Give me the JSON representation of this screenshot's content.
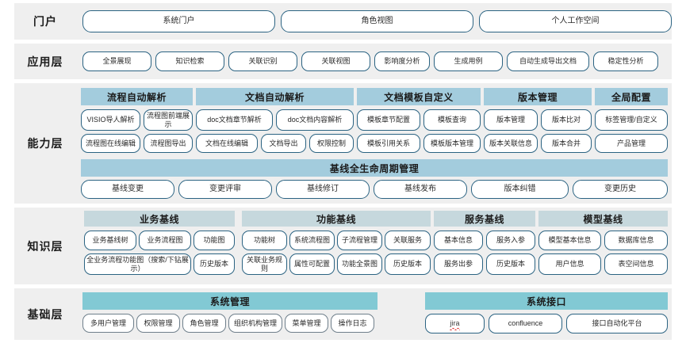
{
  "layers": [
    {
      "id": "portal",
      "label": "门户",
      "items": [
        "系统门户",
        "角色视图",
        "个人工作空间"
      ]
    },
    {
      "id": "application",
      "label": "应用层",
      "items": [
        "全景展现",
        "知识检索",
        "关联识别",
        "关联视图",
        "影响度分析",
        "生成用例",
        "自动生成导出文档",
        "稳定性分析"
      ]
    },
    {
      "id": "capability",
      "label": "能力层",
      "groups": [
        {
          "title": "流程自动解析",
          "row1": [
            "VISIO导人解析",
            "流程图前端展示"
          ],
          "row2": [
            "流程图在线编辑",
            "流程图导出"
          ]
        },
        {
          "title": "文档自动解析",
          "row1": [
            "doc文档章节解析",
            "doc文档内容解析"
          ],
          "row2": [
            "文档在线编辑",
            "文档导出",
            "权限控制"
          ]
        },
        {
          "title": "文档模板自定义",
          "row1": [
            "模板章节配置",
            "模板查询"
          ],
          "row2": [
            "模板引用关系",
            "模板版本管理"
          ]
        },
        {
          "title": "版本管理",
          "row1": [
            "版本管理",
            "版本比对"
          ],
          "row2": [
            "版本关联信息",
            "版本合并"
          ]
        },
        {
          "title": "全局配置",
          "row1": [
            "标签管理/自定义"
          ],
          "row2": [
            "产品管理"
          ]
        }
      ],
      "lifecycle": {
        "title": "基线全生命周期管理",
        "items": [
          "基线变更",
          "变更评审",
          "基线修订",
          "基线发布",
          "版本纠错",
          "变更历史"
        ]
      }
    },
    {
      "id": "knowledge",
      "label": "知识层",
      "groups": [
        {
          "title": "业务基线",
          "row1": [
            "业务基线树",
            "业务流程图",
            "功能图"
          ],
          "row2": [
            "全业务流程功能图（搜索/下钻展示）",
            "历史版本"
          ]
        },
        {
          "title": "功能基线",
          "row1": [
            "功能树",
            "系统流程图",
            "子流程管理",
            "关联服务"
          ],
          "row2": [
            "关联业务规则",
            "属性可配置",
            "功能全景图",
            "历史版本"
          ]
        },
        {
          "title": "服务基线",
          "row1": [
            "基本信息",
            "服务入参"
          ],
          "row2": [
            "服务出参",
            "历史版本"
          ]
        },
        {
          "title": "模型基线",
          "row1": [
            "模型基本信息",
            "数据库信息"
          ],
          "row2": [
            "用户信息",
            "表空间信息"
          ]
        }
      ]
    },
    {
      "id": "foundation",
      "label": "基础层",
      "groups": [
        {
          "title": "系统管理",
          "row1": [
            "多用户管理",
            "权限管理",
            "角色管理",
            "组织机构管理",
            "菜单管理",
            "操作日志"
          ]
        },
        {
          "title": "系统接口",
          "row1": [
            "jira",
            "confluence",
            "接口自动化平台"
          ]
        }
      ]
    }
  ],
  "colors": {
    "band": "#efefef",
    "header_blue": "#a3ccdd",
    "header_grayblue": "#c6d8dd",
    "header_teal": "#82c9d4",
    "pill_border": "#2b6382",
    "pill_border_soft": "#6f7f8b"
  }
}
